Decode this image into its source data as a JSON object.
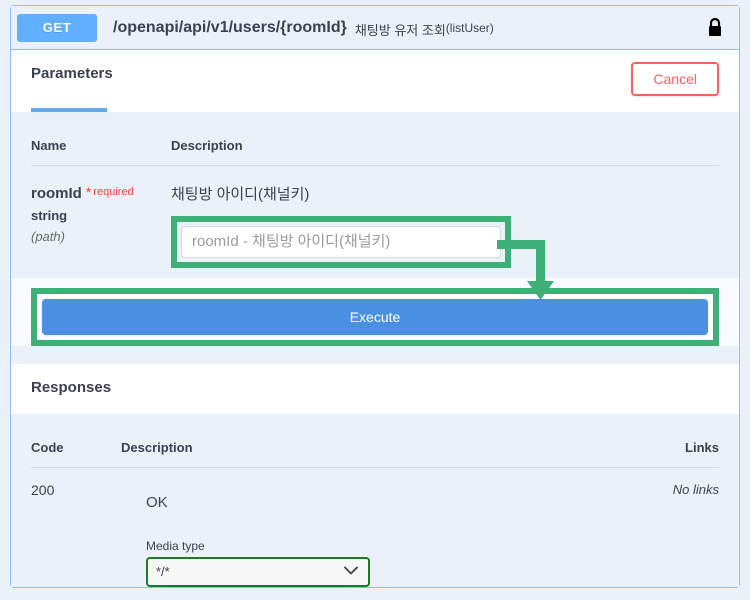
{
  "operation": {
    "method": "GET",
    "path": "/openapi/api/v1/users/{roomId}",
    "summary": "채팅방 유저 조회",
    "operation_id": "(listUser)",
    "lock_icon": "lock-closed-icon",
    "method_color": "#61affe"
  },
  "parameters_section": {
    "title": "Parameters",
    "cancel_label": "Cancel",
    "columns": {
      "name": "Name",
      "description": "Description"
    },
    "rows": [
      {
        "name": "roomId",
        "required_star": "*",
        "required_label": "required",
        "type": "string",
        "in": "(path)",
        "description": "채팅방 아이디(채널키)",
        "input_value": "",
        "input_placeholder": "roomId - 채팅방 아이디(채널키)"
      }
    ]
  },
  "execute": {
    "label": "Execute"
  },
  "responses_section": {
    "title": "Responses",
    "columns": {
      "code": "Code",
      "description": "Description",
      "links": "Links"
    },
    "rows": [
      {
        "code": "200",
        "description": "OK",
        "links": "No links",
        "media_type_label": "Media type",
        "media_type_value": "*/*",
        "media_type_options": [
          "*/*"
        ]
      }
    ]
  },
  "annotations": {
    "highlight_color": "#3eaf76",
    "media_select_outline_color": "#1d7a22"
  }
}
